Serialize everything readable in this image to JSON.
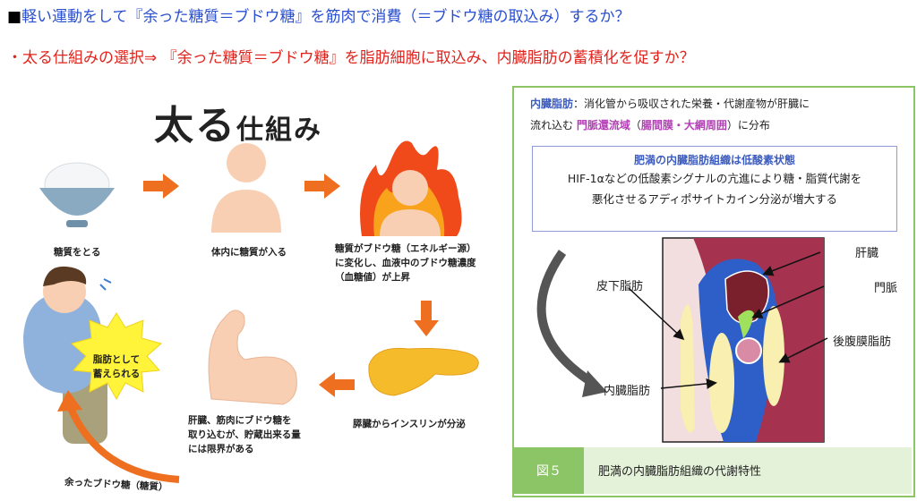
{
  "header": {
    "bullet": "■",
    "line1": "軽い運動をして『余った糖質＝ブドウ糖』を筋肉で消費（＝ブドウ糖の取込み）するか？",
    "line2": "・太る仕組みの選択⇒ 『余った糖質＝ブドウ糖』を脂肪細胞に取込み、内臓脂肪の蓄積化を促すか？"
  },
  "left": {
    "title_big": "太る",
    "title_small": "仕組み",
    "step1": "糖質をとる",
    "step2": "体内に糖質が入る",
    "step3": [
      "糖質がブドウ糖（エネルギー源）",
      "に変化し、血液中のブドウ糖濃度",
      "（血糖値）が上昇"
    ],
    "step4": "膵臓からインスリンが分泌",
    "step5": [
      "肝臓、筋肉にブドウ糖を",
      "取り込むが、貯蔵出来る量",
      "には限界がある"
    ],
    "burst": [
      "脂肪として",
      "蓄えられる"
    ],
    "arrow_label": "余ったブドウ糖（糖質）"
  },
  "right": {
    "intro_term": "内臓脂肪",
    "intro_a": "：消化管から吸収された栄養・代謝産物が肝臓に",
    "intro_b": "流れ込む",
    "intro_region": "門脈還流域",
    "intro_paren_open": "（",
    "intro_region2": "腸間膜・大網周囲",
    "intro_c": "）に分布",
    "hif_title": "肥満の内臓脂肪組織は低酸素状態",
    "hif_line1": "HIF-1αなどの低酸素シグナルの亢進により糖・脂質代謝を",
    "hif_line2": "悪化させるアディポサイトカイン分泌が増大する",
    "labels": {
      "liver": "肝臓",
      "portal": "門脈",
      "subcut": "皮下脂肪",
      "retro": "後腹膜脂肪",
      "visceral": "内臓脂肪"
    },
    "fig_num": "図５",
    "fig_caption": "肥満の内臓脂肪組織の代謝特性"
  },
  "colors": {
    "blue_text": "#2a4fd0",
    "red_text": "#e0231c",
    "arrow_orange": "#ee6f1f",
    "panel_green": "#8cc565",
    "body_red": "#a5324f",
    "fat_yellow": "#f8efb0",
    "organ_blue": "#2e5fc9"
  }
}
